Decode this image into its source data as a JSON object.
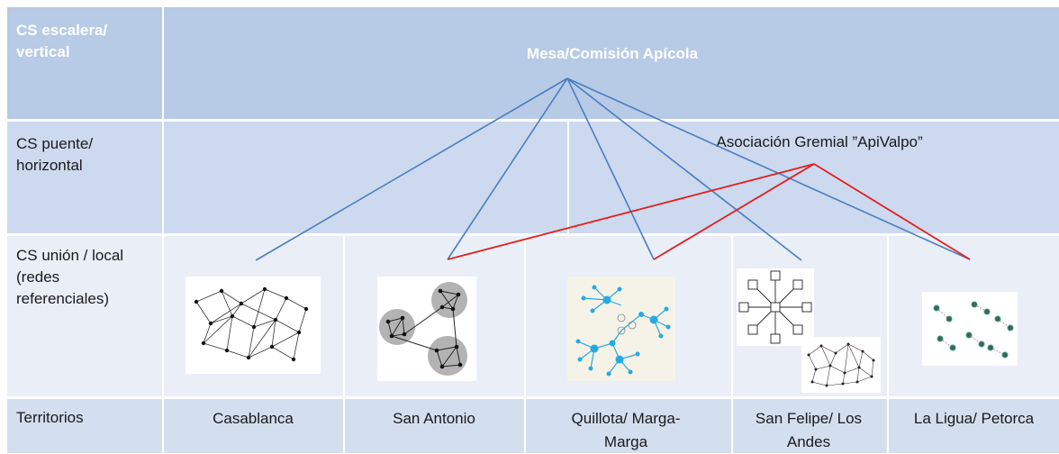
{
  "rows": {
    "escalera": "CS escalera/ vertical",
    "puente": "CS puente/ horizontal",
    "union": "CS unión / local (redes referenciales)",
    "territorios": "Territorios"
  },
  "top_node": "Mesa/Comisión Apícola",
  "bridge_node": "Asociación Gremial ”ApiValpo”",
  "territories": [
    "Casablanca",
    "San Antonio",
    "Quillota/ Marga-Marga",
    "San Felipe/ Los Andes",
    "La Ligua/ Petorca"
  ],
  "colors": {
    "header_dark": "#b7cae6",
    "vertical_links": "#4a7ec0",
    "horizontal_links": "#e02020",
    "network_cyan": "#29a9e1"
  },
  "network_icons": [
    "dense-network",
    "clustered-network",
    "scale-free-network",
    "star-network",
    "small-world-network"
  ]
}
